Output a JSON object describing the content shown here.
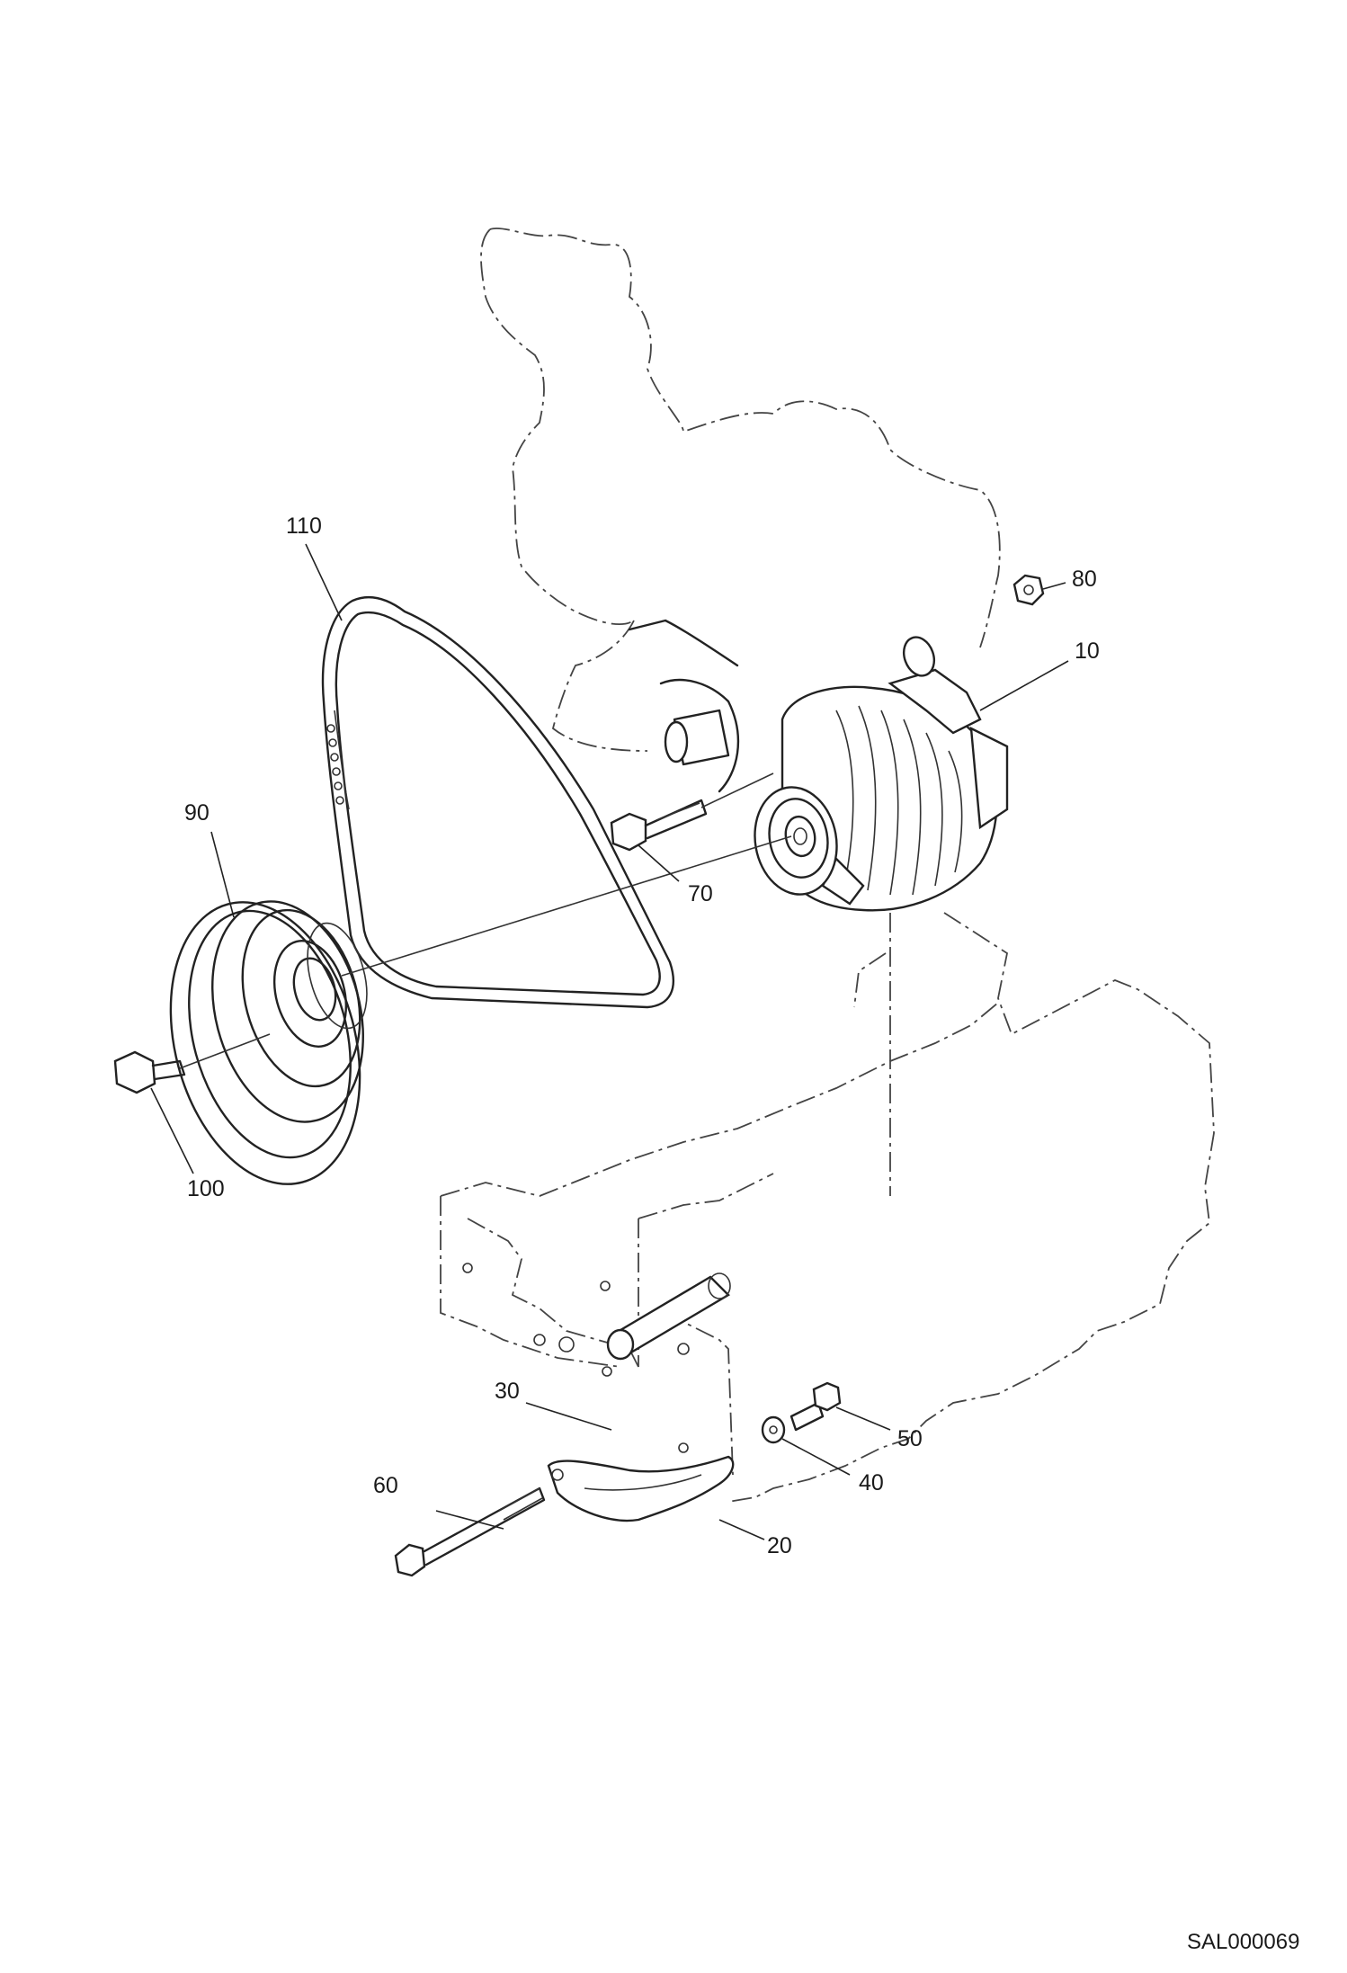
{
  "drawing": {
    "id": "SAL000069",
    "kind": "exploded parts diagram"
  },
  "callouts": [
    {
      "number": "10",
      "part": "alternator"
    },
    {
      "number": "20",
      "part": "adjusting-bracket"
    },
    {
      "number": "30",
      "part": "spacer-sleeve"
    },
    {
      "number": "40",
      "part": "washer"
    },
    {
      "number": "50",
      "part": "bolt"
    },
    {
      "number": "60",
      "part": "long-bolt"
    },
    {
      "number": "70",
      "part": "bolt"
    },
    {
      "number": "80",
      "part": "nut"
    },
    {
      "number": "90",
      "part": "crankshaft-pulley"
    },
    {
      "number": "100",
      "part": "bolt"
    },
    {
      "number": "110",
      "part": "v-belt"
    }
  ]
}
